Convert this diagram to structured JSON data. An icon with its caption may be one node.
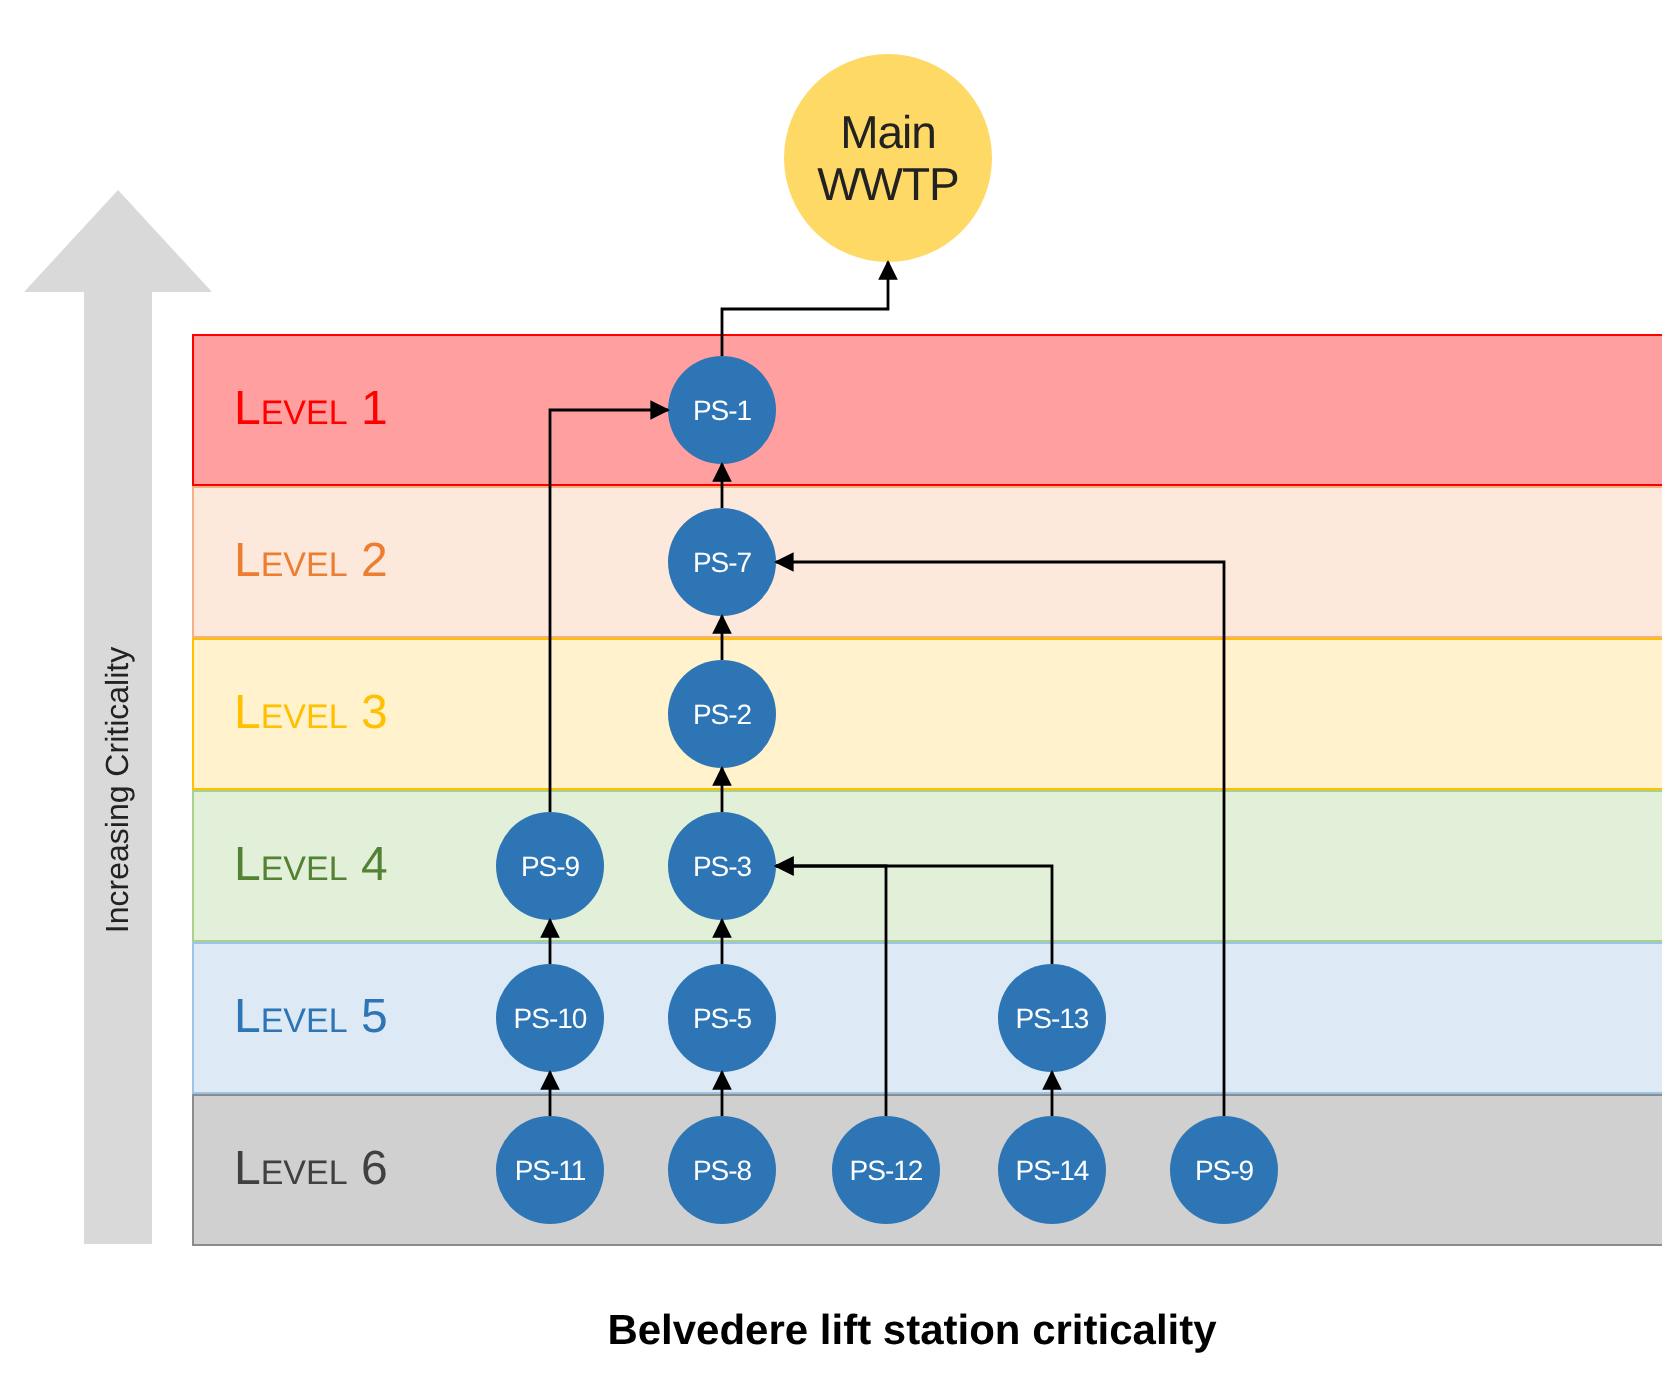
{
  "diagram": {
    "caption": "Belvedere lift station criticality",
    "nodes": [
      {
        "text": [
          "Main WWTP"
        ]
      },
      {
        "text": [
          "Level 1"
        ]
      },
      {
        "text": [
          "PS-1"
        ],
        "in": 1
      },
      {
        "text": [
          "Level 2"
        ]
      },
      {
        "text": [
          "PS-7"
        ],
        "in": 3
      },
      {
        "text": [
          "Level 3"
        ]
      },
      {
        "text": [
          "PS-2"
        ],
        "in": 5
      },
      {
        "text": [
          "Level 4"
        ]
      },
      {
        "text": [
          "PS-9"
        ],
        "in": 7
      },
      {
        "text": [
          "PS-3"
        ],
        "in": 7
      },
      {
        "text": [
          "Level 5"
        ]
      },
      {
        "text": [
          "PS-10"
        ],
        "in": 10
      },
      {
        "text": [
          "PS-5"
        ],
        "in": 10
      },
      {
        "text": [
          "PS-13"
        ],
        "in": 10
      },
      {
        "text": [
          "Level 6"
        ]
      },
      {
        "text": [
          "PS-11"
        ],
        "in": 14
      },
      {
        "text": [
          "PS-8"
        ],
        "in": 14
      },
      {
        "text": [
          "PS-12"
        ],
        "in": 14
      },
      {
        "text": [
          "PS-14"
        ],
        "in": 14
      },
      {
        "text": [
          "PS-9"
        ],
        "in": 14
      }
    ],
    "edges": [
      {
        "from": 2,
        "to": 0,
        "arrow": "to"
      },
      {
        "from": 4,
        "to": 2,
        "arrow": "to"
      },
      {
        "from": 6,
        "to": 4,
        "arrow": "to"
      },
      {
        "from": 9,
        "to": 6,
        "arrow": "to"
      },
      {
        "from": 12,
        "to": 9,
        "arrow": "to"
      },
      {
        "from": 16,
        "to": 12,
        "arrow": "to"
      },
      {
        "from": 8,
        "to": 2,
        "arrow": "to"
      },
      {
        "from": 11,
        "to": 8,
        "arrow": "to"
      },
      {
        "from": 15,
        "to": 11,
        "arrow": "to"
      },
      {
        "from": 17,
        "to": 9,
        "arrow": "to"
      },
      {
        "from": 13,
        "to": 9,
        "arrow": "to"
      },
      {
        "from": 18,
        "to": 13,
        "arrow": "to"
      },
      {
        "from": 19,
        "to": 4,
        "arrow": "to"
      }
    ],
    "labels": [
      "Increasing Criticality"
    ]
  }
}
